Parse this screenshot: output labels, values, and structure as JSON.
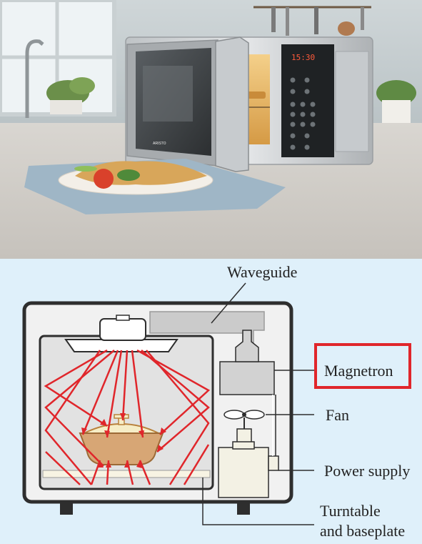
{
  "photo": {
    "display_time": "15:30",
    "brand_text": "ARISTO"
  },
  "diagram": {
    "labels": {
      "waveguide": "Waveguide",
      "magnetron": "Magnetron",
      "fan": "Fan",
      "power_supply": "Power supply",
      "turntable_line1": "Turntable",
      "turntable_line2": "and baseplate"
    },
    "colors": {
      "background": "#dff0fa",
      "waves": "#e0262b",
      "highlight_box": "#e0262b",
      "casing": "#2e2e2e"
    }
  }
}
